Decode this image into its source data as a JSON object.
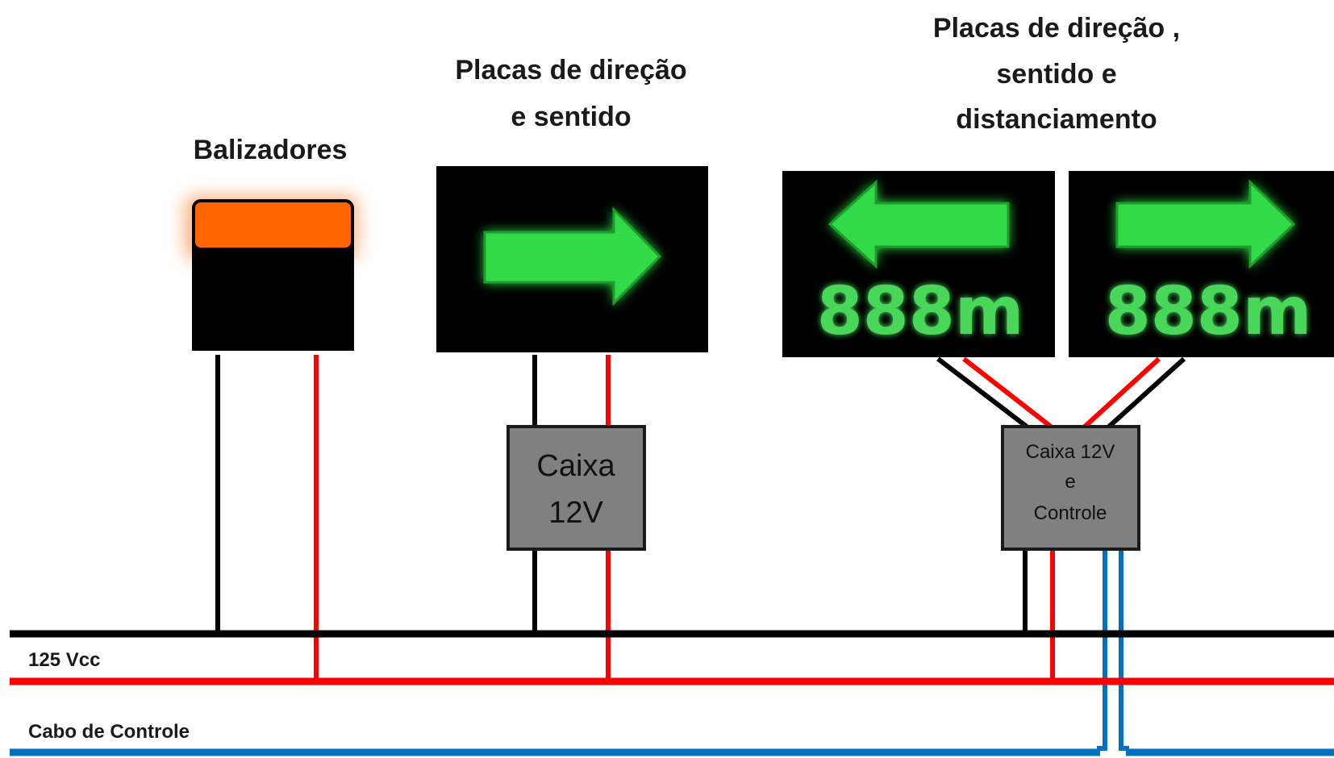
{
  "titles": {
    "balizadores": "Balizadores",
    "placas_direcao": [
      "Placas de direção",
      "e sentido"
    ],
    "placas_distancia": [
      "Placas de direção ,",
      "sentido e",
      "distanciamento"
    ]
  },
  "buses": {
    "power_label": "125 Vcc",
    "control_label": "Cabo de Controle"
  },
  "boxes": {
    "box1": [
      "Caixa",
      "12V"
    ],
    "box2": [
      "Caixa 12V",
      "e",
      "Controle"
    ]
  },
  "signs": {
    "distance_left": "888m",
    "distance_right": "888m"
  },
  "colors": {
    "negative_wire": "#000000",
    "positive_wire": "#ff0000",
    "control_wire": "#0070c0",
    "arrow_green": "#33d94a",
    "beacon_orange": "#ff6600",
    "box_gray": "#808080"
  }
}
